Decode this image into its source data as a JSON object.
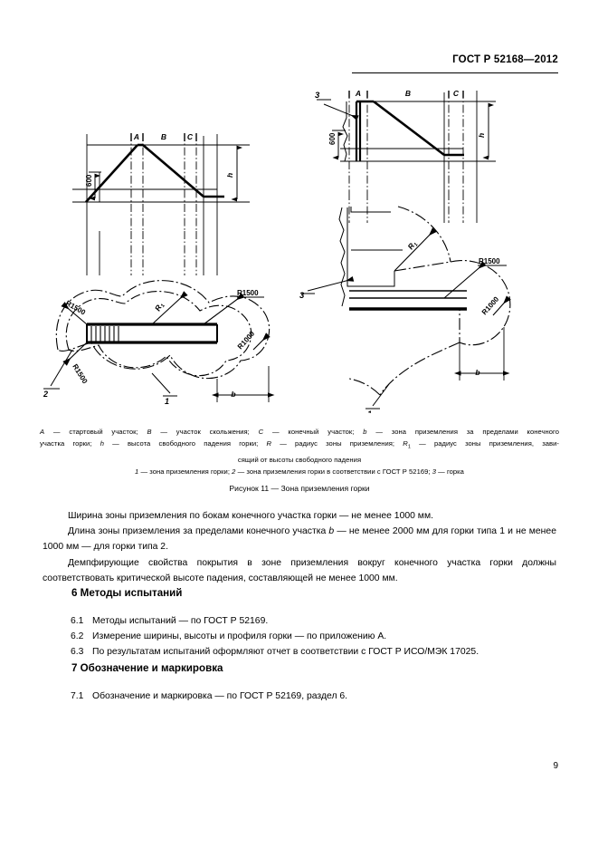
{
  "header": {
    "standard_code": "ГОСТ Р 52168—2012"
  },
  "figure": {
    "title": "Рисунок 11 — Зона приземления горки",
    "caption_line1_a": "A",
    "caption_line1_b": " — стартовый участок; ",
    "caption_line1_c": "B",
    "caption_line1_d": " — участок скольжения; ",
    "caption_line1_e": "C",
    "caption_line1_f": " — конечный участок; ",
    "caption_line1_g": "b",
    "caption_line1_h": " — зона приземления за пределами конечного",
    "caption_line2_a": "участка горки; ",
    "caption_line2_b": "h",
    "caption_line2_c": " — высота свободного падения горки; ",
    "caption_line2_d": "R",
    "caption_line2_e": " — радиус зоны приземления; ",
    "caption_line2_f": "R",
    "caption_line2_sub": "1",
    "caption_line2_g": " — радиус зоны приземления, зави-",
    "caption_line3": "сящий от высоты свободного падения",
    "caption_line4_a": "1",
    "caption_line4_b": " — зона приземления горки; ",
    "caption_line4_c": "2",
    "caption_line4_d": " — зона приземления горки в соответствии с ГОСТ Р 52169; ",
    "caption_line4_e": "3",
    "caption_line4_f": " — горка",
    "labels": {
      "section_a": "A",
      "section_b": "B",
      "section_c": "C",
      "height_h": "h",
      "dim_600": "600",
      "dim_b": "b",
      "radius_r1500": "R1500",
      "radius_r1000": "R1000",
      "radius_r1": "R",
      "radius_r1_sub": "1",
      "callout_1": "1",
      "callout_2": "2",
      "callout_3": "3"
    }
  },
  "body": {
    "para1": "Ширина зоны приземления по бокам конечного участка горки — не менее 1000 мм.",
    "para2_a": "Длина зоны приземления за пределами конечного участка ",
    "para2_i": "b",
    "para2_b": " — не менее 2000 мм для горки типа 1 и не менее 1000 мм — для горки типа 2.",
    "para3": "Демпфирующие свойства покрытия в зоне приземления вокруг конечного участка горки должны соответствовать критической высоте падения, составляющей не менее 1000 мм."
  },
  "section6": {
    "heading": "6  Методы испытаний",
    "items": [
      {
        "num": "6.1",
        "text": "Методы испытаний — по ГОСТ Р 52169."
      },
      {
        "num": "6.2",
        "text": "Измерение ширины, высоты и профиля горки — по приложению А."
      },
      {
        "num": "6.3",
        "text": "По результатам испытаний оформляют отчет в соответствии с ГОСТ Р ИСО/МЭК 17025."
      }
    ]
  },
  "section7": {
    "heading": "7  Обозначение и маркировка",
    "items": [
      {
        "num": "7.1",
        "text": "Обозначение и маркировка — по ГОСТ Р 52169, раздел 6."
      }
    ]
  },
  "footer": {
    "page_number": "9"
  }
}
